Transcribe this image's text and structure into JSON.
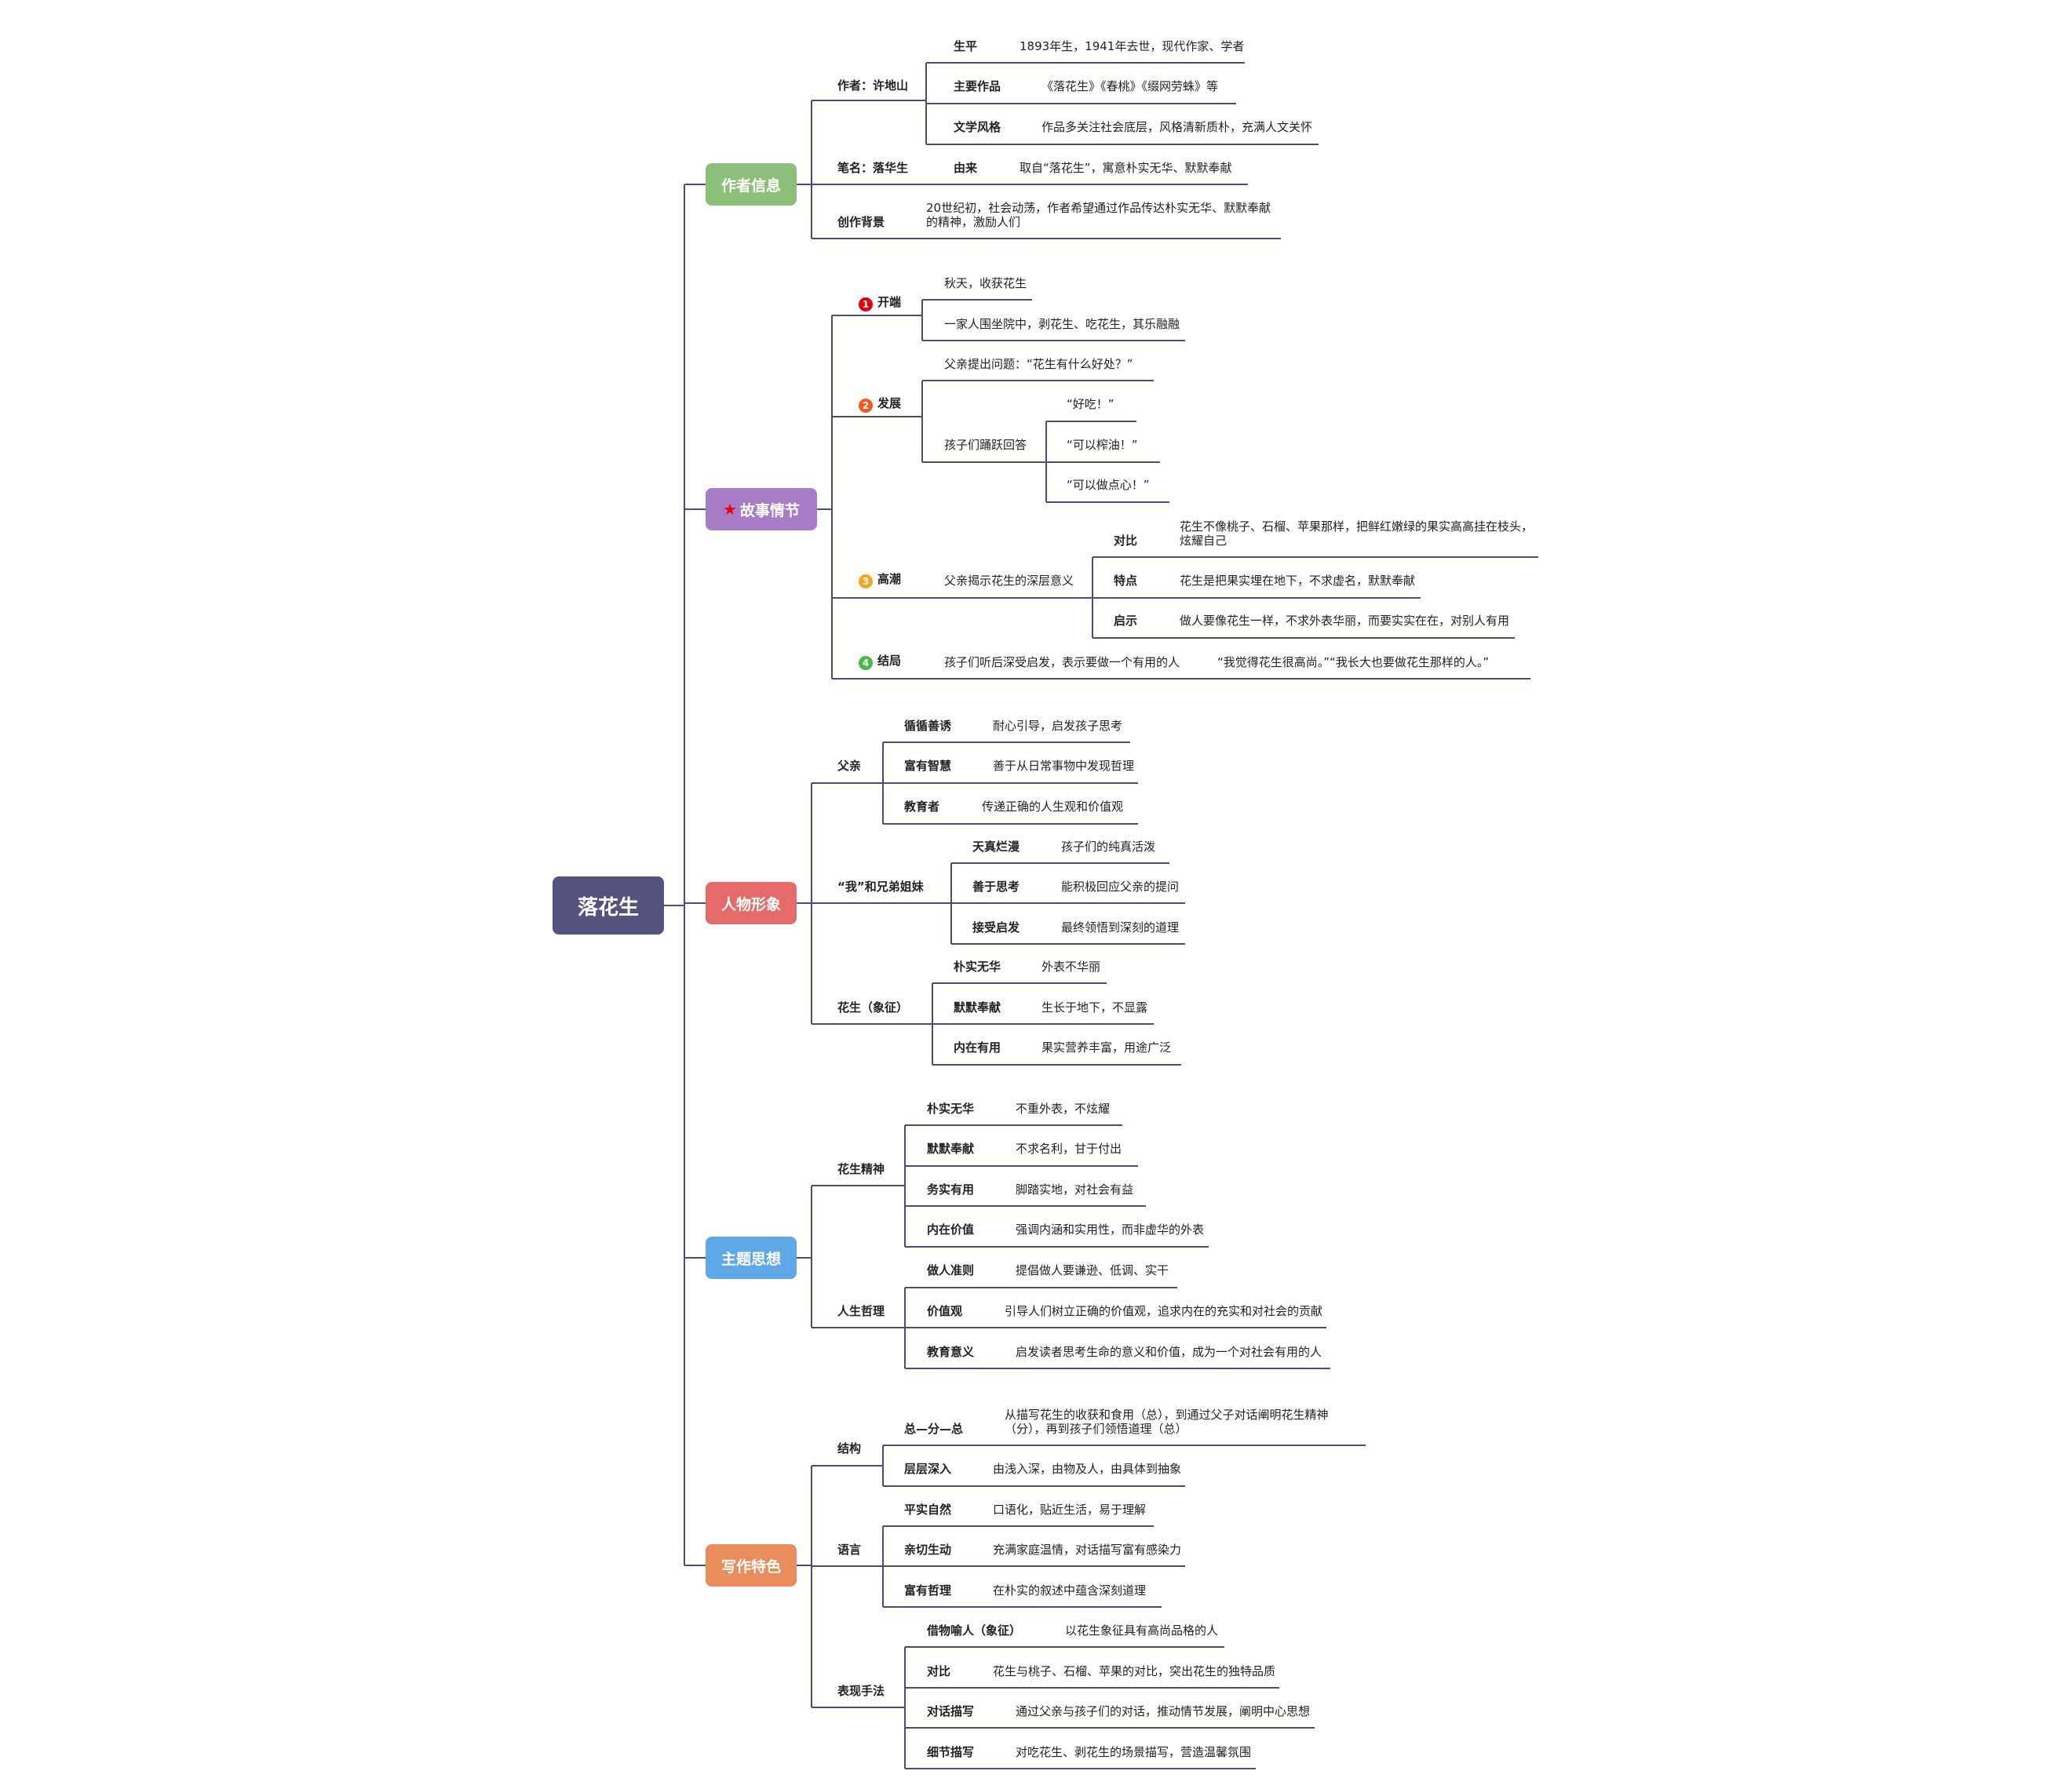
{
  "root": "落花生",
  "branches": [
    {
      "label": "作者信息",
      "color": "#8cc07a"
    },
    {
      "label": "故事情节",
      "color": "#a97cc6",
      "icon": "star-icon"
    },
    {
      "label": "人物形象",
      "color": "#e56a6a"
    },
    {
      "label": "主题思想",
      "color": "#5ea8e8"
    },
    {
      "label": "写作特色",
      "color": "#ea8c5c"
    }
  ],
  "b1": {
    "author": "作者：许地山",
    "bio_k": "生平",
    "bio_v": "1893年生，1941年去世，现代作家、学者",
    "works_k": "主要作品",
    "works_v": "《落花生》《春桃》《缀网劳蛛》等",
    "style_k": "文学风格",
    "style_v": "作品多关注社会底层，风格清新质朴，充满人文关怀",
    "pen": "笔名：落华生",
    "origin_k": "由来",
    "origin_v": "取自“落花生”，寓意朴实无华、默默奉献",
    "bg": "创作背景",
    "bg_v": "20世纪初，社会动荡，作者希望通过作品传达朴实无华、默默奉献的精神，激励人们"
  },
  "b2": {
    "n1": "1",
    "s1": "开端",
    "s1a": "秋天，收获花生",
    "s1b": "一家人围坐院中，剥花生、吃花生，其乐融融",
    "n2": "2",
    "s2": "发展",
    "s2a": "父亲提出问题：“花生有什么好处？”",
    "s2b": "孩子们踊跃回答",
    "ans1": "“好吃！”",
    "ans2": "“可以榨油！”",
    "ans3": "“可以做点心！”",
    "n3": "3",
    "s3": "高潮",
    "s3a": "父亲揭示花生的深层意义",
    "cmp_k": "对比",
    "cmp_v": "花生不像桃子、石榴、苹果那样，把鲜红嫩绿的果实高高挂在枝头，炫耀自己",
    "feat_k": "特点",
    "feat_v": "花生是把果实埋在地下，不求虚名，默默奉献",
    "ins_k": "启示",
    "ins_v": "做人要像花生一样，不求外表华丽，而要实实在在，对别人有用",
    "n4": "4",
    "s4": "结局",
    "s4a": "孩子们听后深受启发，表示要做一个有用的人",
    "s4b": "“我觉得花生很高尚。”“我长大也要做花生那样的人。”",
    "num_colors": [
      "#e8000f",
      "#f05a1c",
      "#f5a623",
      "#4cb848"
    ]
  },
  "b3": {
    "father": "父亲",
    "f1k": "循循善诱",
    "f1v": "耐心引导，启发孩子思考",
    "f2k": "富有智慧",
    "f2v": "善于从日常事物中发现哲理",
    "f3k": "教育者",
    "f3v": "传递正确的人生观和价值观",
    "kids": "“我”和兄弟姐妹",
    "k1k": "天真烂漫",
    "k1v": "孩子们的纯真活泼",
    "k2k": "善于思考",
    "k2v": "能积极回应父亲的提问",
    "k3k": "接受启发",
    "k3v": "最终领悟到深刻的道理",
    "peanut": "花生（象征）",
    "p1k": "朴实无华",
    "p1v": "外表不华丽",
    "p2k": "默默奉献",
    "p2v": "生长于地下，不显露",
    "p3k": "内在有用",
    "p3v": "果实营养丰富，用途广泛"
  },
  "b4": {
    "spirit": "花生精神",
    "s1k": "朴实无华",
    "s1v": "不重外表，不炫耀",
    "s2k": "默默奉献",
    "s2v": "不求名利，甘于付出",
    "s3k": "务实有用",
    "s3v": "脚踏实地，对社会有益",
    "s4k": "内在价值",
    "s4v": "强调内涵和实用性，而非虚华的外表",
    "life": "人生哲理",
    "l1k": "做人准则",
    "l1v": "提倡做人要谦逊、低调、实干",
    "l2k": "价值观",
    "l2v": "引导人们树立正确的价值观，追求内在的充实和对社会的贡献",
    "l3k": "教育意义",
    "l3v": "启发读者思考生命的意义和价值，成为一个对社会有用的人"
  },
  "b5": {
    "struct": "结构",
    "st1k": "总—分—总",
    "st1v": "从描写花生的收获和食用（总），到通过父子对话阐明花生精神（分），再到孩子们领悟道理（总）",
    "st2k": "层层深入",
    "st2v": "由浅入深，由物及人，由具体到抽象",
    "lang": "语言",
    "la1k": "平实自然",
    "la1v": "口语化，贴近生活，易于理解",
    "la2k": "亲切生动",
    "la2v": "充满家庭温情，对话描写富有感染力",
    "la3k": "富有哲理",
    "la3v": "在朴实的叙述中蕴含深刻道理",
    "expr": "表现手法",
    "e1k": "借物喻人（象征）",
    "e1v": "以花生象征具有高尚品格的人",
    "e2k": "对比",
    "e2v": "花生与桃子、石榴、苹果的对比，突出花生的独特品质",
    "e3k": "对话描写",
    "e3v": "通过父亲与孩子们的对话，推动情节发展，阐明中心思想",
    "e4k": "细节描写",
    "e4v": "对吃花生、剥花生的场景描写，营造温馨氛围"
  },
  "colors": {
    "root": "#54527f",
    "line": "#4b4c7e"
  }
}
